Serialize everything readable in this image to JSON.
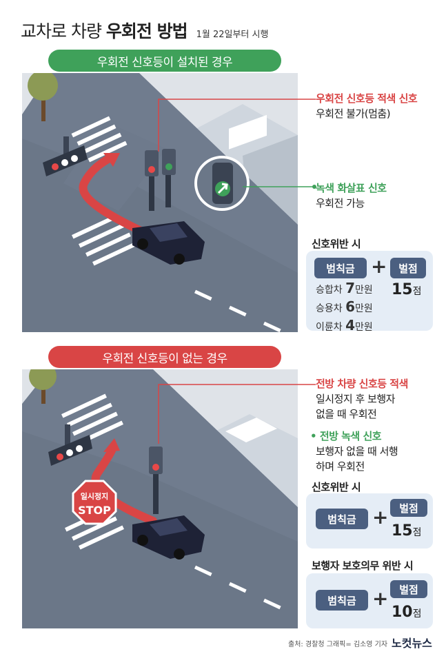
{
  "title": {
    "prefix": "교차로 차량",
    "bold": "우회전 방법",
    "date": "1월 22일부터 시행"
  },
  "section1": {
    "pill": "우회전 신호등이 설치된 경우",
    "red_note": {
      "head": "우회전 신호등 적색 신호",
      "body": "우회전 불가(멈춤)"
    },
    "green_note": {
      "head": "녹색 화살표 신호",
      "body": "우회전 가능"
    },
    "violation_label": "신호위반 시",
    "fine_tag": "범칙금",
    "plus": "+",
    "points_tag": "벌점",
    "points_value": "15",
    "points_unit": "점",
    "fines": [
      {
        "vehicle": "승합차",
        "amount": "7",
        "unit": "만원"
      },
      {
        "vehicle": "승용차",
        "amount": "6",
        "unit": "만원"
      },
      {
        "vehicle": "이륜차",
        "amount": "4",
        "unit": "만원"
      }
    ]
  },
  "section2": {
    "pill": "우회전 신호등이 없는 경우",
    "red_note": {
      "head": "전방 차량 신호등 적색",
      "line1": "일시정지 후 보행자",
      "line2": "없을 때 우회전"
    },
    "green_note": {
      "head": "전방 녹색 신호",
      "line1": "보행자 없을 때 서행",
      "line2": "하며 우회전"
    },
    "stop_sign": {
      "top": "일시정지",
      "bottom": "STOP"
    },
    "violation_label": "신호위반 시",
    "fine_tag": "범칙금",
    "plus": "+",
    "points_tag": "벌점",
    "points_value": "15",
    "points_unit": "점",
    "ped_label": "보행자 보호의무 위반 시",
    "ped_fine_tag": "범칙금",
    "ped_plus": "+",
    "ped_points_tag": "벌점",
    "ped_points_value": "10",
    "ped_points_unit": "점"
  },
  "credit": "출처: 경찰청 그래픽= 김소영 기자",
  "logo": "노컷뉴스",
  "colors": {
    "red": "#d94545",
    "green": "#3fa15a",
    "navy": "#4b5f80",
    "panel": "#e5edf6"
  }
}
